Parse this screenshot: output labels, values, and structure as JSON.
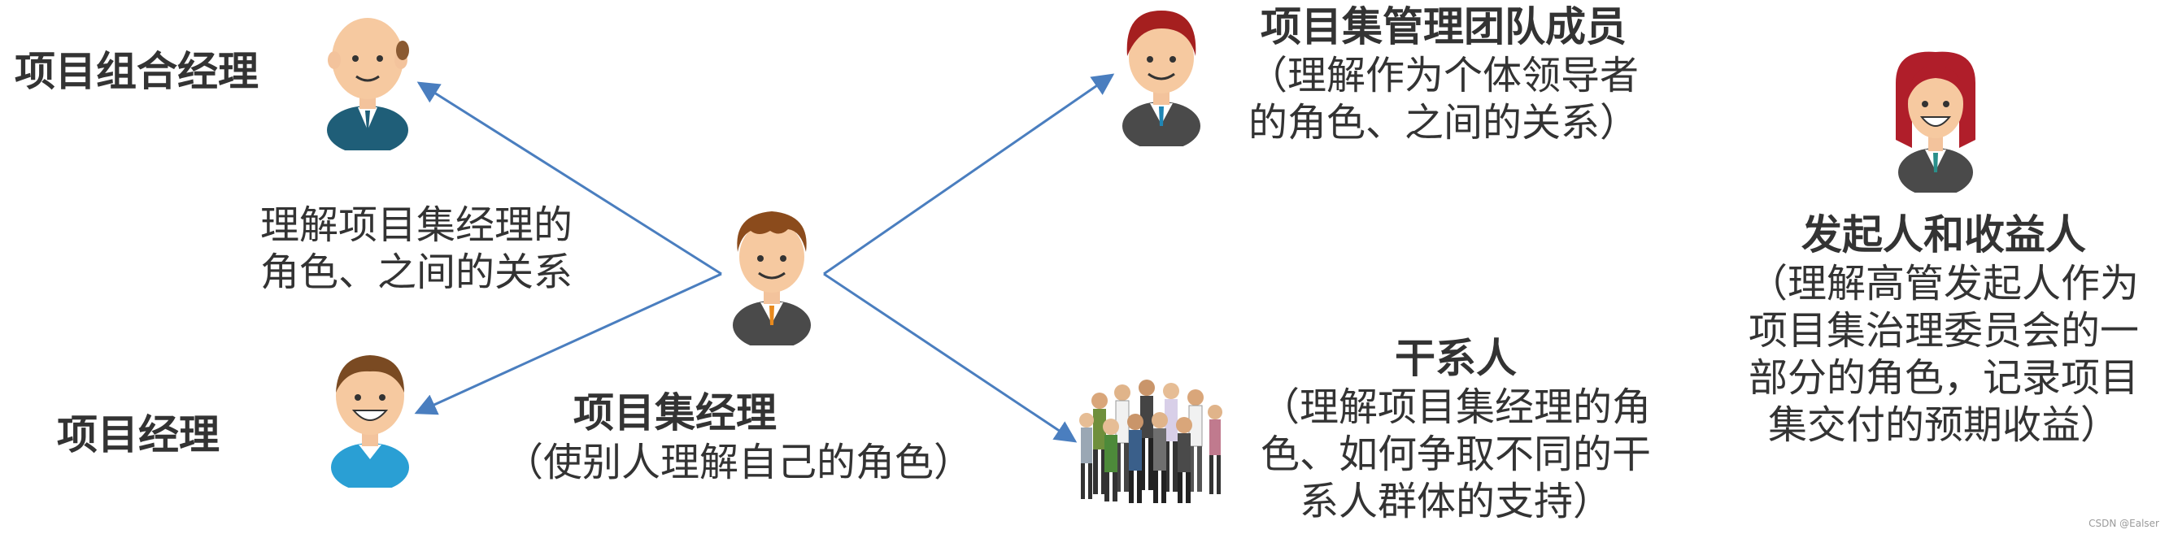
{
  "nodes": {
    "portfolio_manager": {
      "title": "项目组合经理"
    },
    "project_manager": {
      "title": "项目经理"
    },
    "program_manager": {
      "title": "项目集经理",
      "desc": "（使别人理解自己的角色）"
    },
    "team_members": {
      "title": "项目集管理团队成员",
      "desc_line1": "（理解作为个体领导者",
      "desc_line2": "的角色、之间的关系）"
    },
    "stakeholders": {
      "title": "干系人",
      "desc_line1": "（理解项目集经理的角",
      "desc_line2": "色、如何争取不同的干",
      "desc_line3": "系人群体的支持）"
    },
    "sponsors": {
      "title": "发起人和收益人",
      "desc_line1": "（理解高管发起人作为",
      "desc_line2": "项目集治理委员会的一",
      "desc_line3": "部分的角色，记录项目",
      "desc_line4": "集交付的预期收益）"
    }
  },
  "relation_left": {
    "line1": "理解项目集经理的",
    "line2": "角色、之间的关系"
  },
  "watermark": "CSDN @Ealser",
  "colors": {
    "arrow": "#4a7ebf",
    "text": "#333333",
    "cutoff_text": "#f2a23a"
  }
}
